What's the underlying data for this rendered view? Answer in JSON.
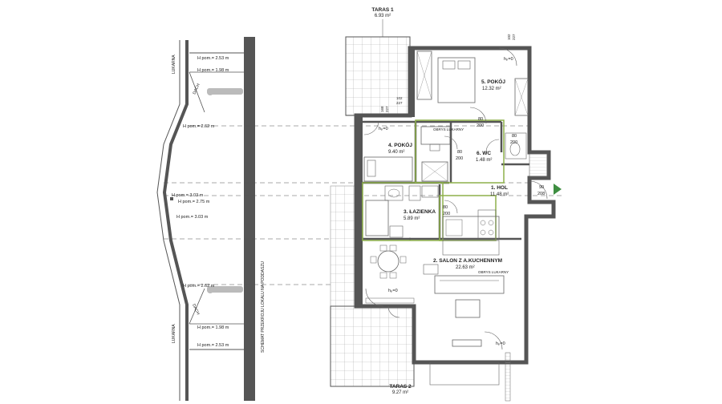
{
  "terraces": [
    {
      "name": "TARAS 1",
      "area": "6.93 m²"
    },
    {
      "name": "TARAS 2",
      "area": "9.27 m²"
    }
  ],
  "rooms": [
    {
      "name": "1. HOL",
      "area": "11.48 m²"
    },
    {
      "name": "2. SALON Z A.KUCHENNYM",
      "area": "22.63 m²"
    },
    {
      "name": "3. ŁAZIENKA",
      "area": "5.89 m²"
    },
    {
      "name": "4. POKÓJ",
      "area": "9.40 m²"
    },
    {
      "name": "5. POKÓJ",
      "area": "12.32 m²"
    },
    {
      "name": "6. WC",
      "area": "1.48 m²"
    }
  ],
  "section": {
    "title": "SCHEMAT PRZEKROJU LOKALU NA PODDASZU",
    "skylight": "LUKARNA",
    "roof": "DACH",
    "heights": {
      "h253": "H pom.= 2.53 m",
      "h198": "H pom.= 1.98 m",
      "h262": "H pom.= 2.62 m",
      "h303": "H pom.= 3.03 m",
      "h275": "H pom.= 2.75 m"
    }
  },
  "notes": {
    "obrys": "OBRYS LUKARNY",
    "h0": "hₚ=0"
  },
  "doors": {
    "d80_200": [
      "80",
      "200"
    ],
    "d90_208": [
      "90",
      "208"
    ],
    "d102_227": [
      "102",
      "227"
    ],
    "d168_227": [
      "168",
      "227"
    ]
  },
  "colors": {
    "wall": "#555555",
    "green_outline": "#8db04a",
    "entrance_arrow": "#3e8e41",
    "dash": "#555555"
  }
}
